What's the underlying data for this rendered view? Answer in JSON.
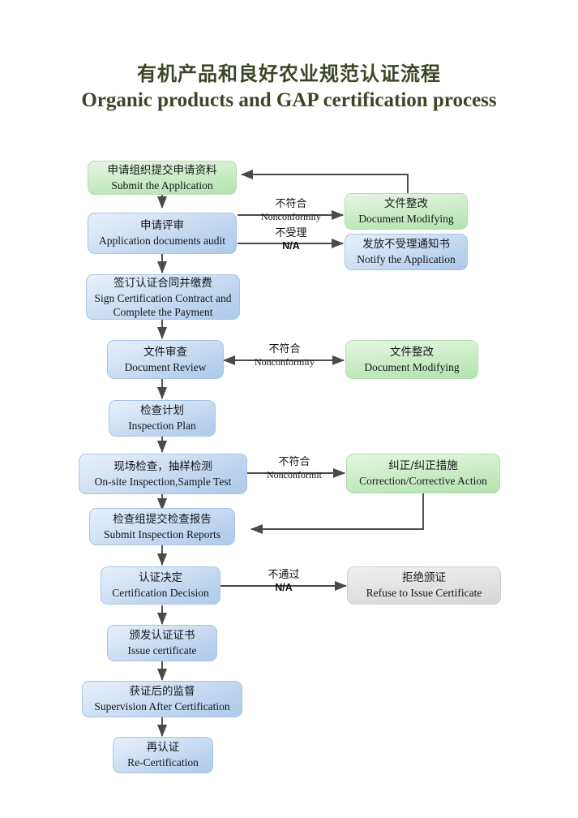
{
  "title": {
    "cn": "有机产品和良好农业规范认证流程",
    "en": "Organic products and GAP certification process",
    "color": "#3c4626"
  },
  "palette": {
    "blue": "#cfe0f4",
    "green": "#cdeec8",
    "gray": "#e3e3e3",
    "line": "#4a4a4a",
    "text": "#15181c"
  },
  "nodes": [
    {
      "id": "submit-application",
      "cn": "申请组织提交申请资料",
      "en": "Submit the Application",
      "color": "green"
    },
    {
      "id": "application-audit",
      "cn": "申请评审",
      "en": "Application documents audit",
      "color": "blue"
    },
    {
      "id": "document-modifying-1",
      "cn": "文件整改",
      "en": "Document Modifying",
      "color": "green"
    },
    {
      "id": "notify-application",
      "cn": "发放不受理通知书",
      "en": "Notify the Application",
      "color": "blue"
    },
    {
      "id": "sign-contract",
      "cn": "签订认证合同并缴费",
      "en": "Sign Certification Contract and Complete the Payment",
      "color": "blue"
    },
    {
      "id": "document-review",
      "cn": "文件审查",
      "en": "Document Review",
      "color": "blue"
    },
    {
      "id": "document-modifying-2",
      "cn": "文件整改",
      "en": "Document Modifying",
      "color": "green"
    },
    {
      "id": "inspection-plan",
      "cn": "检查计划",
      "en": "Inspection Plan",
      "color": "blue"
    },
    {
      "id": "onsite-inspection",
      "cn": "现场检查，抽样检测",
      "en": "On-site Inspection,Sample Test",
      "color": "blue"
    },
    {
      "id": "corrective-action",
      "cn": "纠正/纠正措施",
      "en": "Correction/Corrective Action",
      "color": "green"
    },
    {
      "id": "submit-reports",
      "cn": "检查组提交检查报告",
      "en": "Submit Inspection Reports",
      "color": "blue"
    },
    {
      "id": "certification-decision",
      "cn": "认证决定",
      "en": "Certification Decision",
      "color": "blue"
    },
    {
      "id": "refuse-certificate",
      "cn": "拒绝颁证",
      "en": "Refuse to Issue Certificate",
      "color": "gray"
    },
    {
      "id": "issue-certificate",
      "cn": "颁发认证证书",
      "en": "Issue certificate",
      "color": "blue"
    },
    {
      "id": "supervision",
      "cn": "获证后的监督",
      "en": "Supervision After Certification",
      "color": "blue"
    },
    {
      "id": "re-certification",
      "cn": "再认证",
      "en": "Re-Certification",
      "color": "blue"
    }
  ],
  "edges": [
    {
      "id": "nonconformity-1",
      "cn": "不符合",
      "en": "Nonconformity"
    },
    {
      "id": "not-accepted",
      "cn": "不受理",
      "en": "N/A"
    },
    {
      "id": "nonconformity-2",
      "cn": "不符合",
      "en": "Nonconformity"
    },
    {
      "id": "nonconformity-3",
      "cn": "不符合",
      "en": "Nonconformit"
    },
    {
      "id": "not-passed",
      "cn": "不通过",
      "en": "N/A"
    }
  ]
}
